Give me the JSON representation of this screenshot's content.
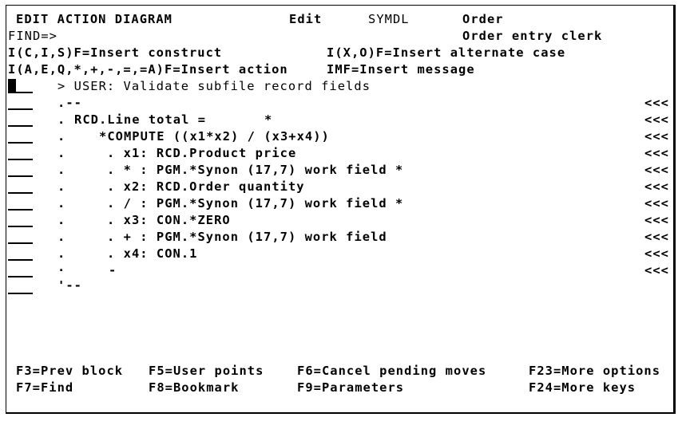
{
  "header": {
    "title": "EDIT ACTION DIAGRAM",
    "mode": "Edit",
    "library": "SYMDL",
    "file": "Order",
    "function": "Order entry clerk",
    "find_label": "FIND=>"
  },
  "hints": {
    "insert_construct": "I(C,I,S)F=Insert construct",
    "insert_alternate": "I(X,O)F=Insert alternate case",
    "insert_action": "I(A,E,Q,*,+,-,=,=A)F=Insert action",
    "insert_message": "IMF=Insert message"
  },
  "diagram": {
    "header_line": "> USER: Validate subfile record fields",
    "lines": [
      {
        "prefix": ".--",
        "text": "",
        "marker": "<<<"
      },
      {
        "prefix": ".",
        "text": "RCD.Line total =",
        "star": "*",
        "marker": "<<<"
      },
      {
        "prefix": ".",
        "text": "*COMPUTE ((x1*x2) / (x3+x4))",
        "marker": "<<<"
      },
      {
        "prefix": ".",
        "text": ". x1: RCD.Product price",
        "marker": "<<<"
      },
      {
        "prefix": ".",
        "text": ". * : PGM.*Synon (17,7) work field *",
        "marker": "<<<"
      },
      {
        "prefix": ".",
        "text": ". x2: RCD.Order quantity",
        "marker": "<<<"
      },
      {
        "prefix": ".",
        "text": ". / : PGM.*Synon (17,7) work field *",
        "marker": "<<<"
      },
      {
        "prefix": ".",
        "text": ". x3: CON.*ZERO",
        "marker": "<<<"
      },
      {
        "prefix": ".",
        "text": ". + : PGM.*Synon (17,7) work field",
        "marker": "<<<"
      },
      {
        "prefix": ".",
        "text": ". x4: CON.1",
        "marker": "<<<"
      },
      {
        "prefix": ".",
        "text": "-",
        "marker": "<<<"
      },
      {
        "prefix": "'--",
        "text": "",
        "marker": ""
      }
    ]
  },
  "footer": {
    "keys_row1": [
      "F3=Prev block",
      "F5=User points",
      "F6=Cancel pending moves",
      "F23=More options"
    ],
    "keys_row2": [
      "F7=Find",
      "F8=Bookmark",
      "F9=Parameters",
      "F24=More keys"
    ]
  }
}
